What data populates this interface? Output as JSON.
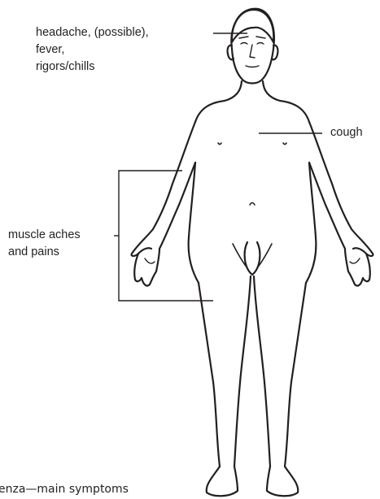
{
  "labels": {
    "head": {
      "line1": "headache, (possible),",
      "line2": "fever,",
      "line3": "rigors/chills"
    },
    "chest": "cough",
    "limbs": {
      "line1": "muscle aches",
      "line2": "and pains"
    }
  },
  "caption": "enza—main symptoms"
}
